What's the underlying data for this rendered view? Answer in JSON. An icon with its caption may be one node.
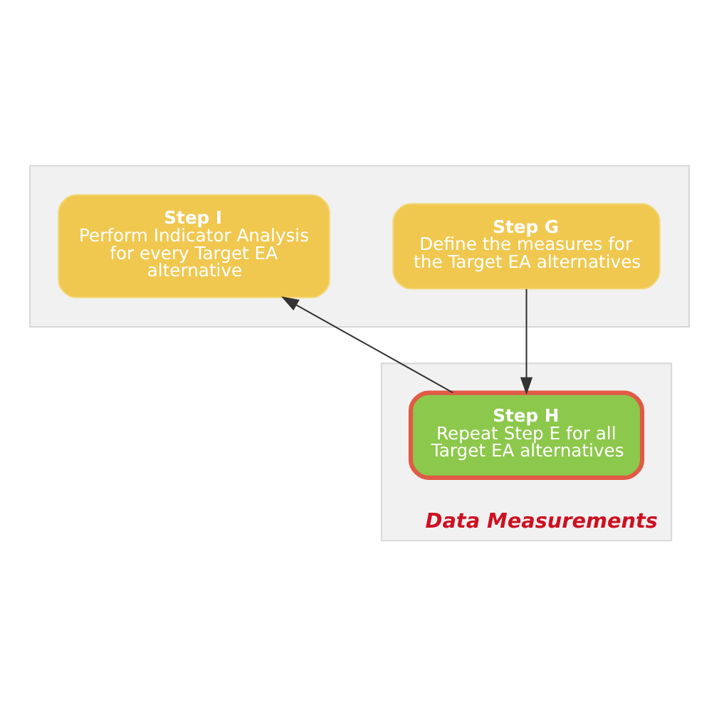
{
  "diagram": {
    "nodes": [
      {
        "text": [],
        "shape": "band"
      },
      {
        "text": [
          "Step G",
          "Define the measures for the Target EA alternatives"
        ],
        "in": 0
      },
      {
        "text": [
          "Step I",
          "Perform Indicator Analysis for every Target EA alternative"
        ],
        "in": 0
      },
      {
        "text": [
          "Data Measurements"
        ]
      },
      {
        "text": [
          "Step H",
          "Repeat Step E for all Target EA alternatives"
        ],
        "in": 3
      }
    ],
    "edges": [
      {
        "from": 1,
        "to": 4,
        "arrow": "to"
      },
      {
        "from": 4,
        "to": 2,
        "arrow": "to"
      }
    ]
  }
}
